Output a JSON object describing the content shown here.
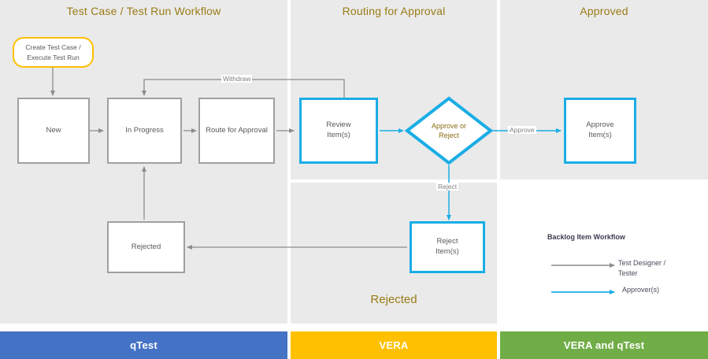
{
  "panels": {
    "left": {
      "title": "Test Case / Test Run Workflow"
    },
    "middle": {
      "title": "Routing for Approval",
      "bottom_title": "Rejected"
    },
    "right": {
      "title": "Approved"
    }
  },
  "nodes": {
    "start": {
      "label": "Create Test Case /\nExecute Test Run"
    },
    "new": {
      "label": "New"
    },
    "in_progress": {
      "label": "In Progress"
    },
    "route_for_approval": {
      "label": "Route for Approval"
    },
    "review_items": {
      "label": "Review\nItem(s)"
    },
    "approve_or_reject": {
      "label": "Approve or\nReject"
    },
    "approve_items": {
      "label": "Approve\nItem(s)"
    },
    "reject_items": {
      "label": "Reject\nItem(s)"
    },
    "rejected": {
      "label": "Rejected"
    }
  },
  "edge_labels": {
    "withdraw": "Withdraw",
    "approve": "Approve",
    "reject": "Reject"
  },
  "legend": {
    "title": "Backlog  Item Workflow",
    "items": [
      {
        "label": "Test Designer /\nTester",
        "color": "#8c8c8c"
      },
      {
        "label": "Approver(s)",
        "color": "#1aade6"
      }
    ]
  },
  "footer": {
    "bars": [
      {
        "label": "qTest",
        "color": "#4472c4"
      },
      {
        "label": "VERA",
        "color": "#ffc000"
      },
      {
        "label": "VERA and qTest",
        "color": "#70ad47"
      }
    ]
  },
  "colors": {
    "panel_background": "#eaeaea",
    "heading": "#9a7b16",
    "gray_stroke": "#9a9a9a",
    "blue_stroke": "#1aade6",
    "amber_stroke": "#ffbf00",
    "node_text": "#595959"
  }
}
